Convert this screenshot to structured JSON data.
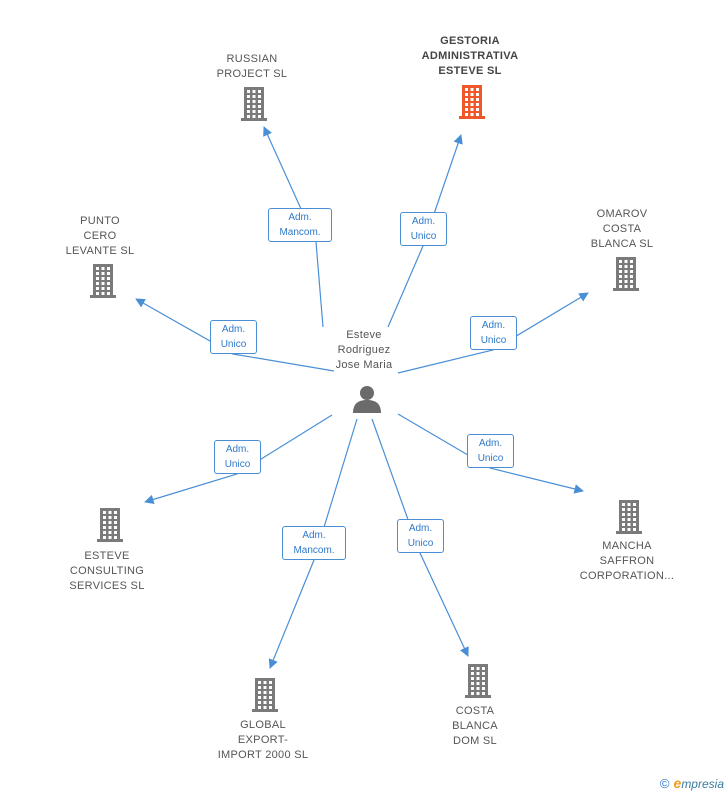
{
  "center": {
    "name": "Esteve\nRodriguez\nJose Maria"
  },
  "companies": [
    {
      "id": "russian",
      "name": "RUSSIAN\nPROJECT SL",
      "relation": "Adm.\nMancom.",
      "highlight": false
    },
    {
      "id": "gestoria",
      "name": "GESTORIA\nADMINISTRATIVA\nESTEVE  SL",
      "relation": "Adm.\nUnico",
      "highlight": true
    },
    {
      "id": "omarov",
      "name": "OMAROV\nCOSTA\nBLANCA  SL",
      "relation": "Adm.\nUnico",
      "highlight": false
    },
    {
      "id": "punto",
      "name": "PUNTO\nCERO\nLEVANTE SL",
      "relation": "Adm.\nUnico",
      "highlight": false
    },
    {
      "id": "esteve-consulting",
      "name": "ESTEVE\nCONSULTING\nSERVICES SL",
      "relation": "Adm.\nUnico",
      "highlight": false
    },
    {
      "id": "mancha",
      "name": "MANCHA\nSAFFRON\nCORPORATION...",
      "relation": "Adm.\nUnico",
      "highlight": false
    },
    {
      "id": "global",
      "name": "GLOBAL\nEXPORT-\nIMPORT 2000 SL",
      "relation": "Adm.\nMancom.",
      "highlight": false
    },
    {
      "id": "costa-blanca-dom",
      "name": "COSTA\nBLANCA\nDOM  SL",
      "relation": "Adm.\nUnico",
      "highlight": false
    }
  ],
  "colors": {
    "edge": "#4a8fd6",
    "building": "#7a7a7a",
    "building_highlight": "#f0582a",
    "person": "#6b6b6b"
  },
  "footer": {
    "copyright": "©",
    "brand_initial": "e",
    "brand_rest": "mpresia"
  }
}
